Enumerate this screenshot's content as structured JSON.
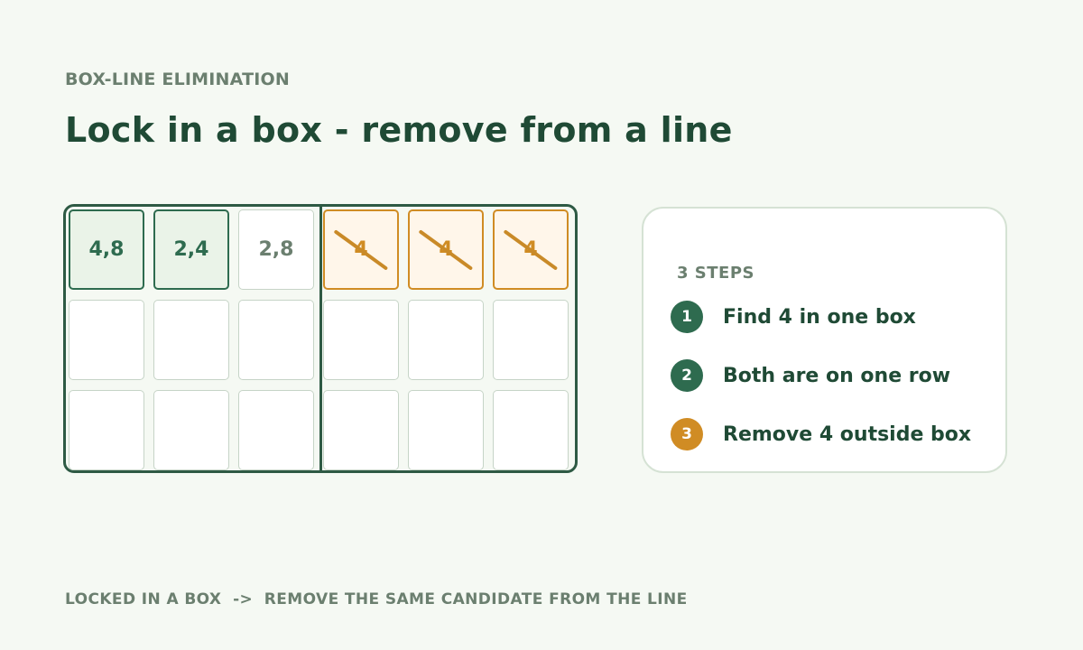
{
  "header": {
    "eyebrow": "BOX-LINE ELIMINATION",
    "title": "Lock in a box - remove from a line"
  },
  "colors": {
    "locked": "#2e6b4f",
    "eliminated": "#d08c24",
    "title": "#1f4a35",
    "muted": "#6b7f6f"
  },
  "grid": {
    "rows": [
      [
        {
          "text": "4,8",
          "state": "locked"
        },
        {
          "text": "2,4",
          "state": "locked"
        },
        {
          "text": "2,8",
          "state": "normal"
        },
        {
          "text": "4",
          "state": "eliminated"
        },
        {
          "text": "4",
          "state": "eliminated"
        },
        {
          "text": "4",
          "state": "eliminated"
        }
      ],
      [
        {
          "text": "",
          "state": "normal"
        },
        {
          "text": "",
          "state": "normal"
        },
        {
          "text": "",
          "state": "normal"
        },
        {
          "text": "",
          "state": "normal"
        },
        {
          "text": "",
          "state": "normal"
        },
        {
          "text": "",
          "state": "normal"
        }
      ],
      [
        {
          "text": "",
          "state": "normal"
        },
        {
          "text": "",
          "state": "normal"
        },
        {
          "text": "",
          "state": "normal"
        },
        {
          "text": "",
          "state": "normal"
        },
        {
          "text": "",
          "state": "normal"
        },
        {
          "text": "",
          "state": "normal"
        }
      ]
    ]
  },
  "steps": {
    "heading": "3 STEPS",
    "items": [
      {
        "number": "1",
        "text": "Find 4 in one box",
        "color": "#2e6b4f"
      },
      {
        "number": "2",
        "text": "Both are on one row",
        "color": "#2e6b4f"
      },
      {
        "number": "3",
        "text": "Remove 4 outside box",
        "color": "#d08c24"
      }
    ]
  },
  "footer": {
    "text": "LOCKED IN A BOX  ->  REMOVE THE SAME CANDIDATE FROM THE LINE"
  }
}
